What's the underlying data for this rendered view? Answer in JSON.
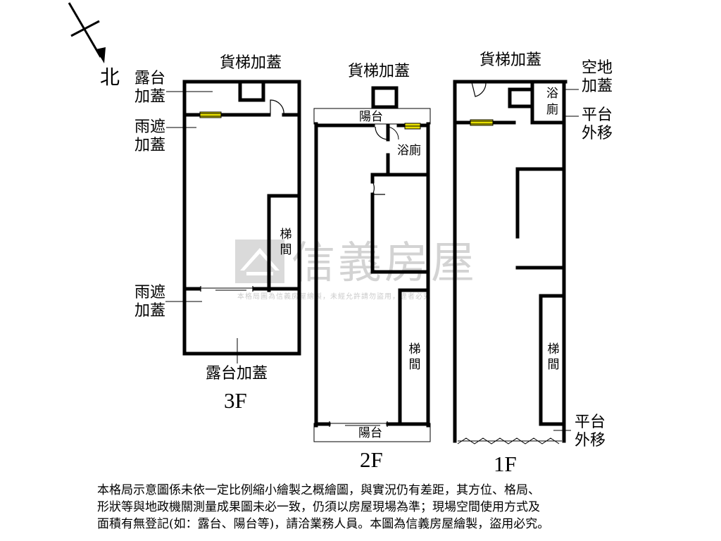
{
  "compass": {
    "label": "北"
  },
  "floor_plans": {
    "floor_3f": {
      "name": "3F",
      "terrace_addition": [
        "露台",
        "加蓋"
      ],
      "awning_addition_top": [
        "雨遮",
        "加蓋"
      ],
      "freight_elevator": "貨梯加蓋",
      "stairwell": [
        "梯",
        "間"
      ],
      "awning_addition_bottom": [
        "雨遮",
        "加蓋"
      ],
      "terrace_addition_bottom": "露台加蓋"
    },
    "floor_2f": {
      "name": "2F",
      "freight_elevator": "貨梯加蓋",
      "balcony_top": "陽台",
      "bathroom": "浴廁",
      "stairwell": [
        "梯",
        "間"
      ],
      "balcony_bottom": "陽台"
    },
    "floor_1f": {
      "name": "1F",
      "freight_elevator": "貨梯加蓋",
      "open_space_addition": [
        "空地",
        "加蓋"
      ],
      "bathroom": [
        "浴",
        "廁"
      ],
      "platform_moved_top": [
        "平台",
        "外移"
      ],
      "stairwell": [
        "梯",
        "間"
      ],
      "platform_moved_bottom": [
        "平台",
        "外移"
      ]
    }
  },
  "watermark": {
    "brand": "信義房屋",
    "notice": "本格局圖為信義房屋繪製，未經允許請勿盜用，違者必究"
  },
  "disclaimer": {
    "lines": [
      "本格局示意圖係未依一定比例縮小繪製之概繪圖，與實況仍有差距，其方位、格局、",
      "形狀等與地政機關測量成果圖未必一致，仍須以房屋現場為準；現場空間使用方式及",
      "面積有無登記(如：露台、陽台等)，請洽業務人員。本圖為信義房屋繪製，盜用必究。"
    ]
  },
  "colors": {
    "wall": "#000000",
    "window": "#e8e000",
    "watermark": "#c8c8c8"
  }
}
